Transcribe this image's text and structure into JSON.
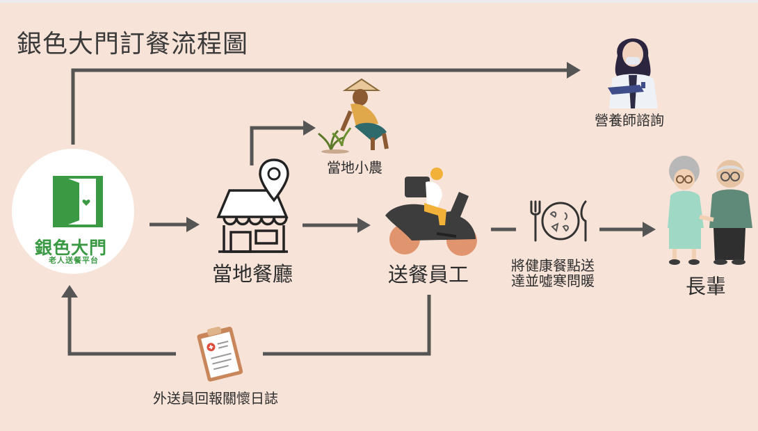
{
  "title": "銀色大門訂餐流程圖",
  "logo": {
    "name": "銀色大門",
    "tagline": "老人送餐平台"
  },
  "nodes": {
    "nutritionist": "營養師諮詢",
    "farmer": "當地小農",
    "restaurant": "當地餐廳",
    "courier": "送餐員工",
    "delivery_note": [
      "將健康餐點送",
      "達並噓寒問暖"
    ],
    "elders": "長輩",
    "log": "外送員回報關懷日誌"
  },
  "colors": {
    "background": "#f7e3d8",
    "arrow": "#555555",
    "brand_green": "#3a9a43"
  }
}
